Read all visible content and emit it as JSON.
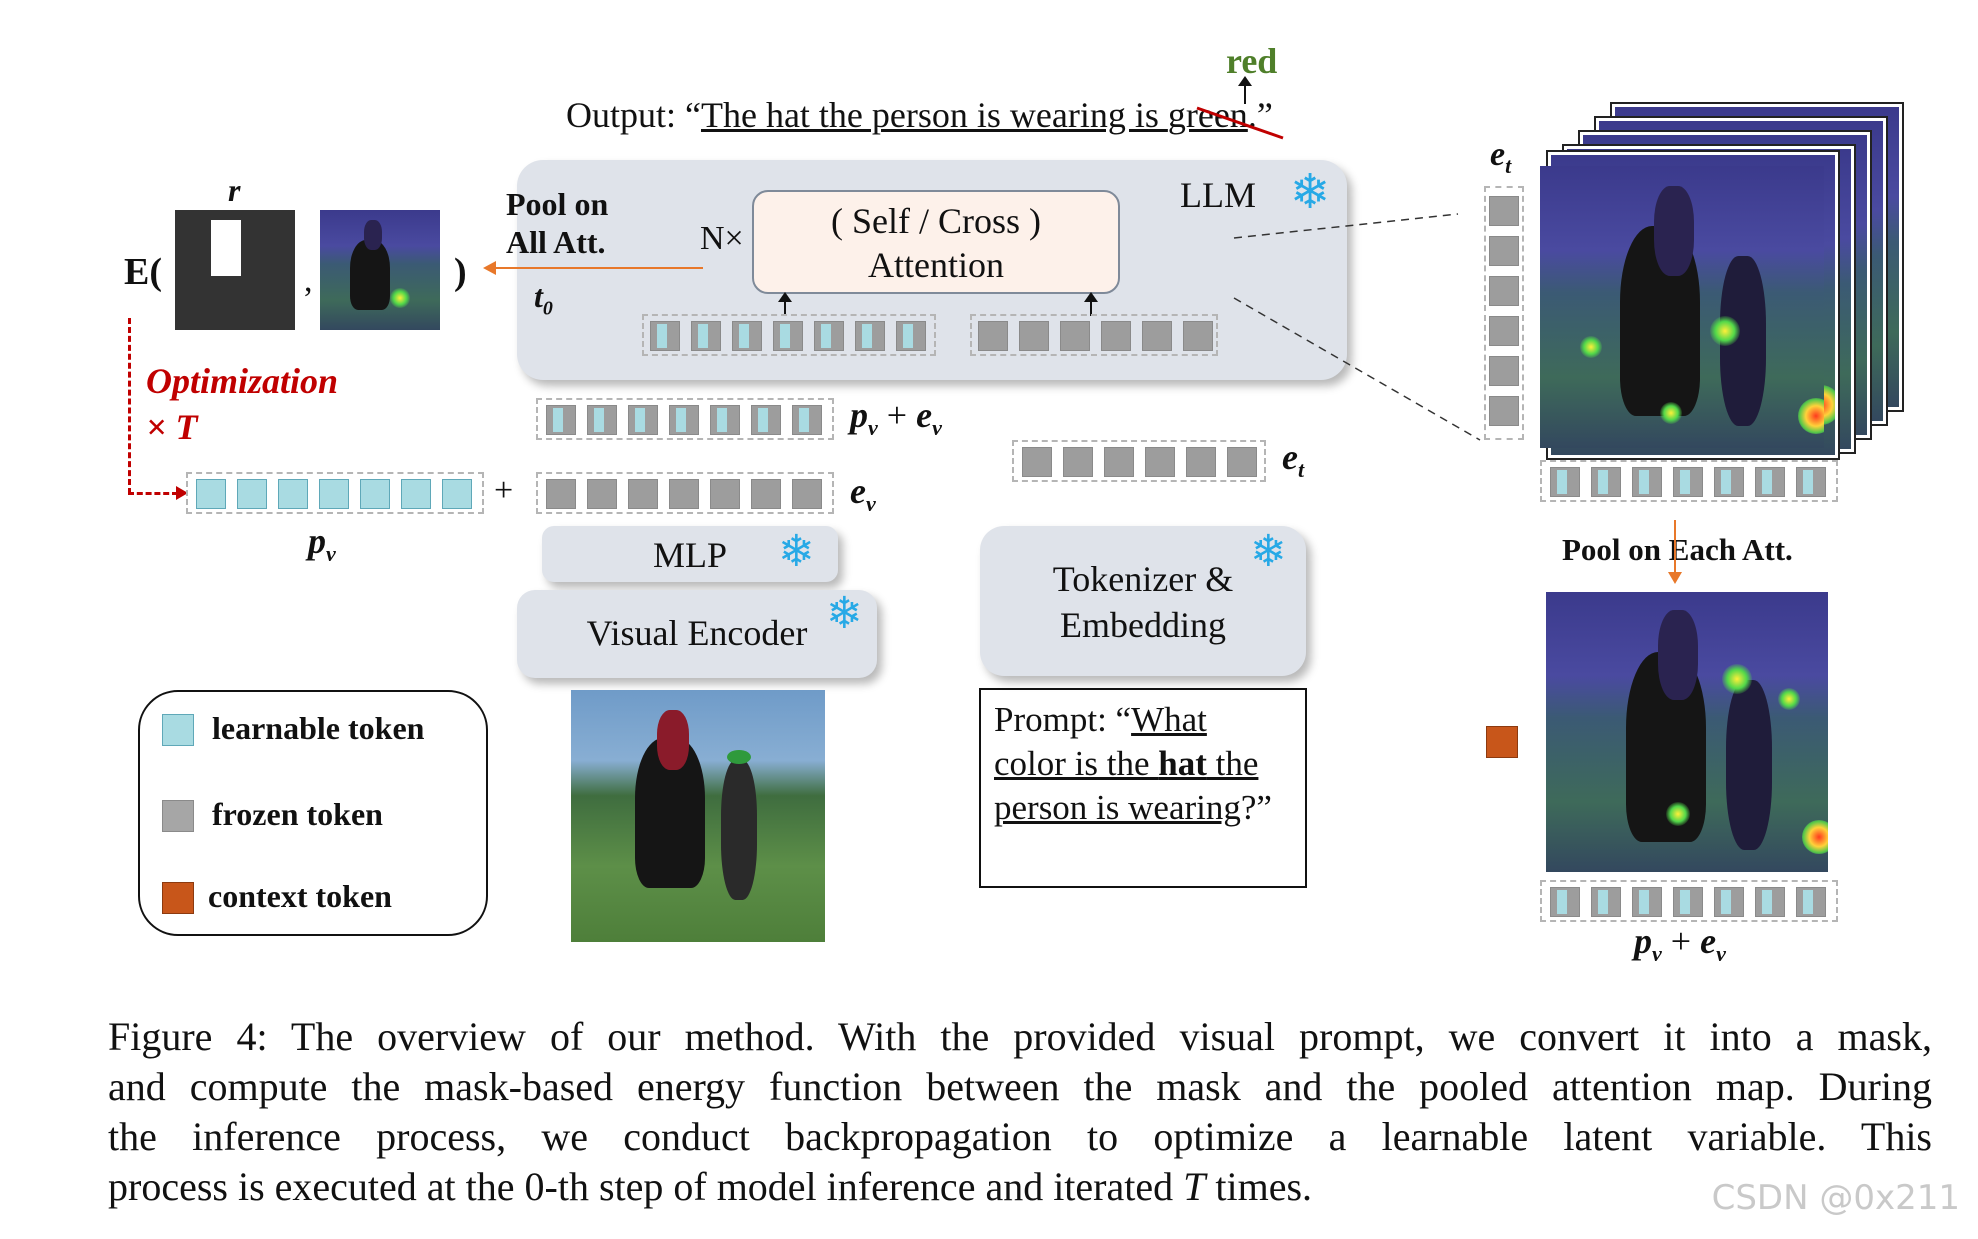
{
  "output": {
    "prefix": "Output: “",
    "sentence": "The hat the person is wearing is ",
    "struck_word": "green",
    "suffix": ".”",
    "correction": "red"
  },
  "llm": {
    "label": "LLM",
    "attention_line1": "( Self / Cross )",
    "attention_line2": "Attention",
    "repeat": "N×",
    "pool_line1": "Pool on",
    "pool_line2": "All Att.",
    "t0": "t",
    "t0_sub": "0"
  },
  "energy": {
    "prefix": "E(",
    "comma": ",",
    "suffix": ")",
    "mask_label": "r"
  },
  "optimization": {
    "line1": "Optimization",
    "line2": "× T"
  },
  "tokens": {
    "pv": "p",
    "pv_sub": "v",
    "ev": "e",
    "ev_sub": "v",
    "et": "e",
    "et_sub": "t",
    "plus": "+",
    "pv_plus_ev": "p_v + e_v"
  },
  "modules": {
    "mlp": "MLP",
    "visual_encoder": "Visual Encoder",
    "tokenizer_line1": "Tokenizer &",
    "tokenizer_line2": "Embedding"
  },
  "prompt": {
    "line1_prefix": "Prompt: “",
    "line1_u": "What",
    "line2_pre": "color is the ",
    "line2_bold": "hat",
    "line2_post": " the",
    "line3_u": "person is wearing",
    "line3_end": "?”"
  },
  "legend": {
    "items": [
      {
        "label": "learnable token",
        "color": "#a9dbe2"
      },
      {
        "label": "frozen token",
        "color": "#a6a6a6"
      },
      {
        "label": "context token",
        "color": "#c8561a"
      }
    ]
  },
  "right": {
    "pool_each": "Pool on Each Att."
  },
  "caption": {
    "line1": "Figure 4: The overview of our method. With the provided visual prompt, we convert it into a mask,",
    "line2": "and compute the mask-based energy function between the mask and the pooled attention map. During",
    "line3": "the inference process, we conduct backpropagation to optimize a learnable latent variable. This",
    "line4_pre": "process is executed at the 0-th step of model inference and iterated ",
    "line4_T": "T",
    "line4_post": " times."
  },
  "watermark": "CSDN @0x211",
  "colors": {
    "accent_red": "#c00000",
    "correction_green": "#4f7f2a",
    "arrow_orange": "#e8782a",
    "snowflake": "#27a9e6"
  }
}
